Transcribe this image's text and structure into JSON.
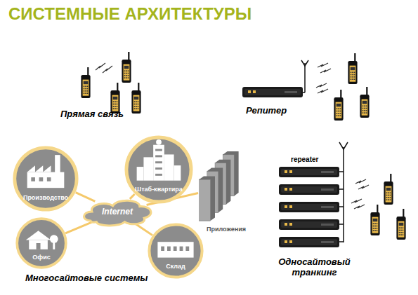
{
  "diagram": {
    "title": "СИСТЕМНЫЕ АРХИТЕКТУРЫ",
    "nodes": [
      {
        "text": [
          "Производство"
        ]
      },
      {
        "text": [
          "Штаб-квартира"
        ]
      },
      {
        "text": [
          "Internet"
        ]
      },
      {
        "text": [
          "Приложения"
        ]
      },
      {
        "text": [
          "Офис"
        ]
      },
      {
        "text": [
          "Склад"
        ]
      }
    ],
    "edges": [
      {
        "from": 2,
        "to": 0,
        "arrow": "none"
      },
      {
        "from": 2,
        "to": 1,
        "arrow": "none"
      },
      {
        "from": 2,
        "to": 3,
        "arrow": "none"
      },
      {
        "from": 2,
        "to": 4,
        "arrow": "none"
      },
      {
        "from": 2,
        "to": 5,
        "arrow": "none"
      }
    ],
    "labels": [
      "Прямая связь",
      "Репитер",
      "repeater",
      "Многосайтовые системы",
      "Односайтовый транкинг"
    ]
  }
}
